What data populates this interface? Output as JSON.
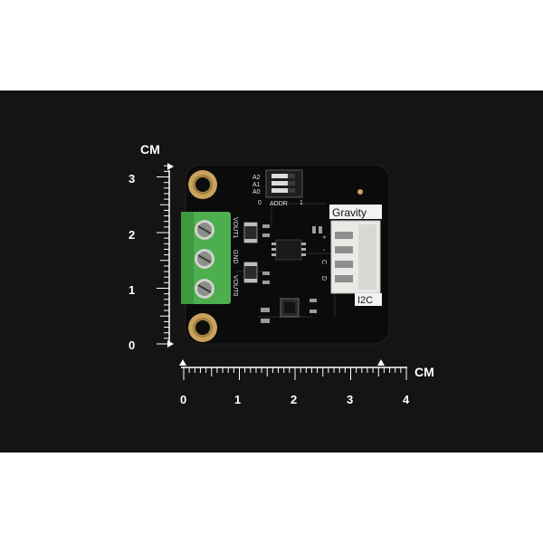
{
  "ruler": {
    "unit": "CM",
    "vertical_ticks": [
      "0",
      "1",
      "2",
      "3"
    ],
    "horizontal_ticks": [
      "0",
      "1",
      "2",
      "3",
      "4"
    ]
  },
  "board": {
    "brand": "Gravity",
    "interface": "I2C",
    "terminal_labels": [
      "VOUT1",
      "GND",
      "VOUT0"
    ],
    "address_label": "ADDR",
    "address_pins": [
      "A2",
      "A1",
      "A0"
    ],
    "switch_states": [
      "0",
      "1"
    ],
    "connector_pins": [
      "D",
      "C",
      "-",
      "+"
    ]
  },
  "colors": {
    "background": "#141414",
    "pcb": "#0b0b0b",
    "terminal": "#4cae4c",
    "connector": "#e9e9e6",
    "mount_hole": "#c9a25c"
  }
}
